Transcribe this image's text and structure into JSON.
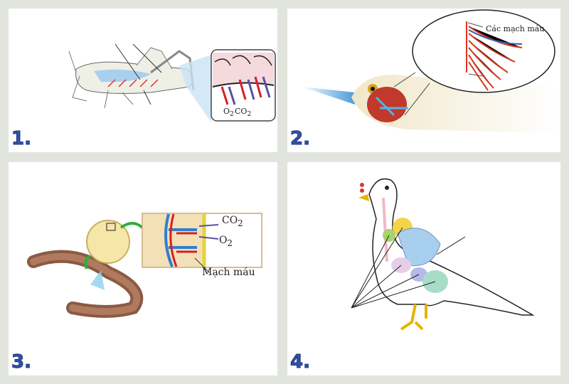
{
  "panels": [
    {
      "number": "1.",
      "subject": "grasshopper",
      "labels": {
        "o2": "O",
        "o2_sub": "2",
        "co2": "CO",
        "co2_sub": "2"
      }
    },
    {
      "number": "2.",
      "subject": "fish",
      "labels": {
        "vessels": "Các mạch máu"
      }
    },
    {
      "number": "3.",
      "subject": "earthworm",
      "labels": {
        "co2": "CO",
        "co2_sub": "2",
        "o2": "O",
        "o2_sub": "2",
        "vessel": "Mạch máu"
      }
    },
    {
      "number": "4.",
      "subject": "bird"
    }
  ],
  "colors": {
    "number": "#3350a8",
    "background": "#e2e5dd",
    "oxygen_arrow": "#d61f26",
    "co2_arrow": "#5b4fa3"
  }
}
